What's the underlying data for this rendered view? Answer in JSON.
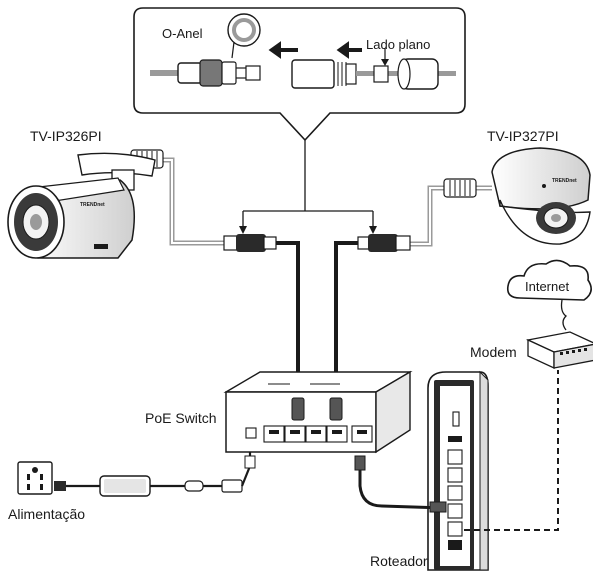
{
  "labels": {
    "o_ring": "O-Anel",
    "flat_side": "Lado plano",
    "camera_bullet": "TV-IP326PI",
    "camera_dome": "TV-IP327PI",
    "internet": "Internet",
    "modem": "Modem",
    "poe_switch": "PoE Switch",
    "power": "Alimentação",
    "router": "Roteador",
    "brand": "TRENDnet"
  },
  "colors": {
    "line": "#1a1a1a",
    "cable_gray": "#9a9a9a",
    "cable_dark": "#222222",
    "device_fill": "#ffffff",
    "shade": "#d9d9d9"
  }
}
